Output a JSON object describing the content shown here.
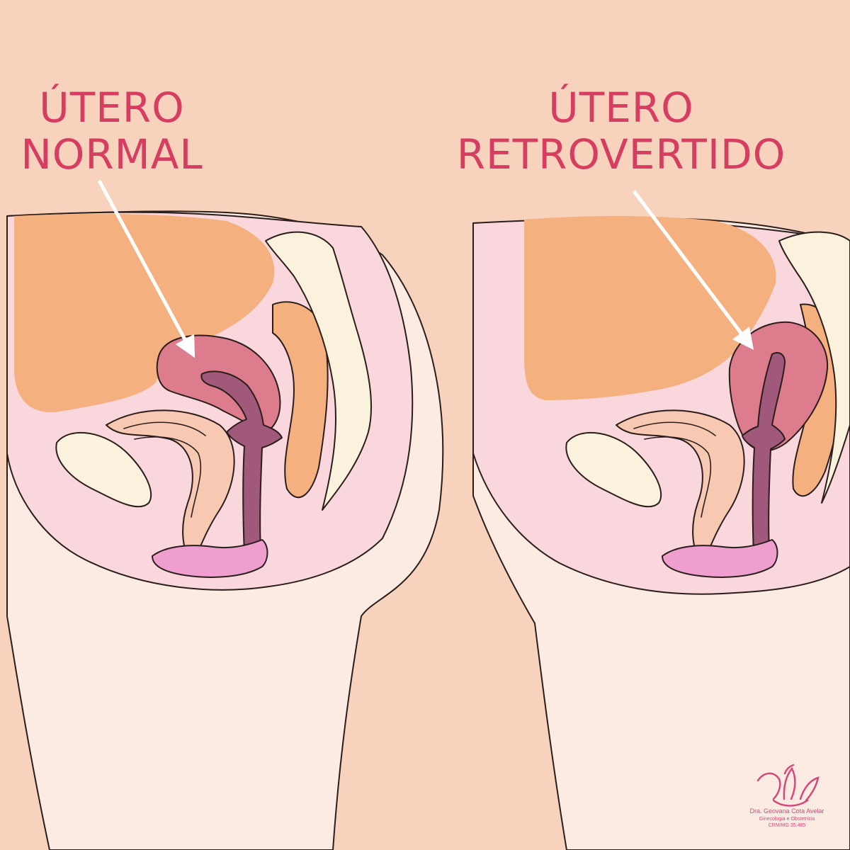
{
  "colors": {
    "background": "#f7d2bd",
    "label": "#d63d60",
    "skin_light": "#fcebe3",
    "pelvic_tissue": "#f9d7dd",
    "bladder_fat": "#f4b07e",
    "uterus": "#dd7c8c",
    "uterine_cavity": "#a0587b",
    "pubic_bone": "#fbf2de",
    "vulva": "#ef9fcf",
    "arrow": "#ffffff"
  },
  "panels": [
    {
      "title_line1": "ÚTERO",
      "title_line2": "NORMAL"
    },
    {
      "title_line1": "ÚTERO",
      "title_line2": "RETROVERTIDO"
    }
  ],
  "watermark": {
    "logo_icon": "lily-flower-icon",
    "name": "Dra. Geovana Cota Avelar",
    "specialty": "Ginecologia e Obstetrícia",
    "registration": "CRM/MG 35.485"
  }
}
